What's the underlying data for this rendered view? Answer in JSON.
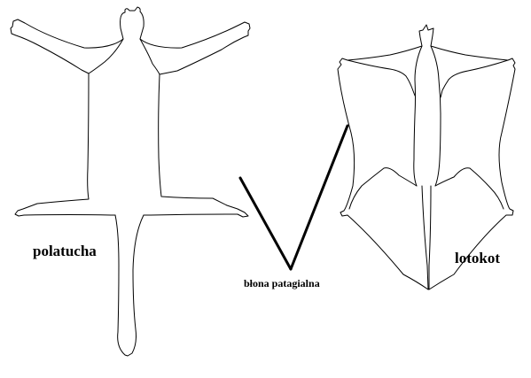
{
  "labels": {
    "polatucha": "polatucha",
    "lotokot": "lotokot",
    "membrane": "błona patagialna"
  },
  "colors": {
    "stroke": "#000000",
    "background": "#ffffff"
  }
}
